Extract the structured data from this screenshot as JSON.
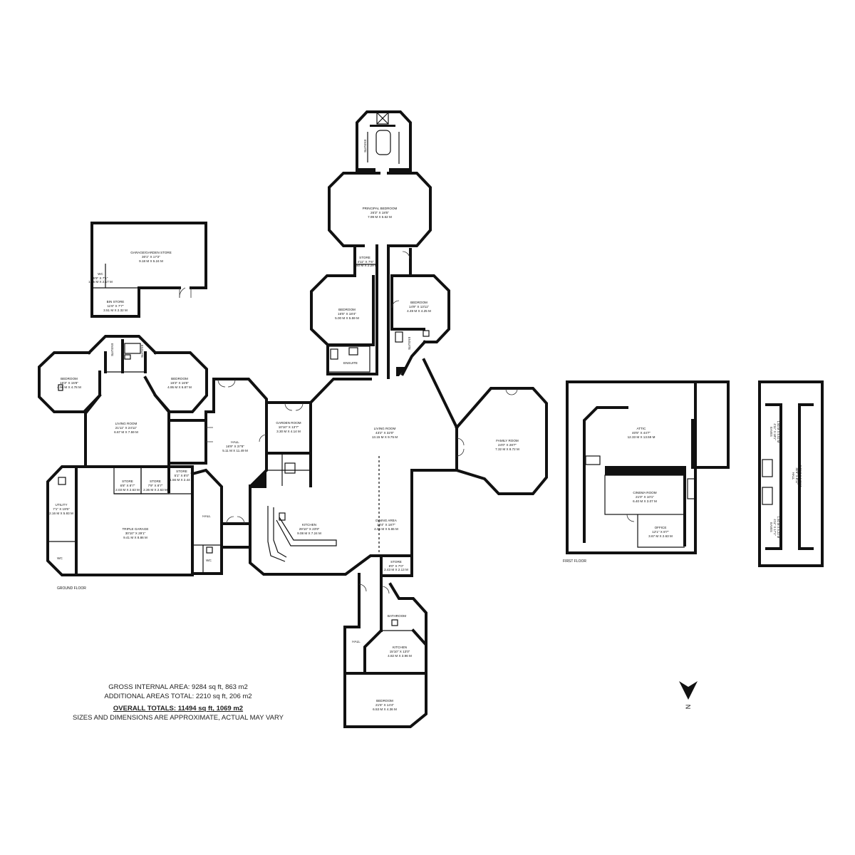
{
  "rooms": {
    "principal_bedroom": {
      "name": "PRINCIPAL BEDROOM",
      "imperial": "26'3\" X 18'5\"",
      "metric": "7.99 M X 5.62 M"
    },
    "ensuite_top": {
      "name": "ENSUITE"
    },
    "store_top": {
      "name": "STORE",
      "imperial": "4'11\" X 7'6\"",
      "metric": "1.50 M X 2.29 M"
    },
    "bedroom_nw": {
      "name": "BEDROOM",
      "imperial": "16'5\" X 18'4\"",
      "metric": "5.00 M X 5.59 M"
    },
    "bedroom_ne": {
      "name": "BEDROOM",
      "imperial": "14'9\" X 13'11\"",
      "metric": "4.49 M X 4.25 M"
    },
    "ensuite_a": {
      "name": "ENSUITE"
    },
    "ensuite_b": {
      "name": "ENSUITE"
    },
    "garage_garden_store": {
      "name": "GARAGE/GARDEN STORE",
      "imperial": "30'1\" X 17'2\"",
      "metric": "9.18 M X 5.24 M"
    },
    "wc_garage": {
      "name": "WC",
      "imperial": "5'9\" X 7'1\"",
      "metric": "1.75 M X 2.17 M"
    },
    "bin_store": {
      "name": "BIN STORE",
      "imperial": "11'6\" X 7'7\"",
      "metric": "3.51 M X 2.32 M"
    },
    "bedroom_w1": {
      "name": "BEDROOM",
      "imperial": "16'3\" X 15'8\"",
      "metric": "4.96 M X 4.78 M"
    },
    "bedroom_w2": {
      "name": "BEDROOM",
      "imperial": "16'3\" X 16'6\"",
      "metric": "4.95 M X 6.87 M"
    },
    "ensuite_w1": {
      "name": "ENSUITE"
    },
    "ensuite_w2": {
      "name": "ENSUITE"
    },
    "living_room_w": {
      "name": "LIVING ROOM",
      "imperial": "21'11\" X 24'11\"",
      "metric": "6.67 M X 7.59 M"
    },
    "hall_main": {
      "name": "HALL",
      "imperial": "16'9\" X 37'8\"",
      "metric": "5.11 M X 11.49 M"
    },
    "garden_room": {
      "name": "GARDEN ROOM",
      "imperial": "10'10\" X 13'7\"",
      "metric": "3.30 M X 4.14 M"
    },
    "living_room_main": {
      "name": "LIVING ROOM",
      "imperial": "43'2\" X 32'0\"",
      "metric": "13.15 M X 9.75 M"
    },
    "family_room": {
      "name": "FAMILY ROOM",
      "imperial": "24'0\" X 28'7\"",
      "metric": "7.32 M X 8.72 M"
    },
    "utility": {
      "name": "UTILITY",
      "imperial": "7'1\" X 19'5\"",
      "metric": "2.16 M X 5.93 M"
    },
    "wc_utility": {
      "name": "WC"
    },
    "store_1": {
      "name": "STORE",
      "imperial": "6'8\" X 8'7\"",
      "metric": "2.03 M X 2.63 M"
    },
    "store_2": {
      "name": "STORE",
      "imperial": "7'9\" X 8'7\"",
      "metric": "2.36 M X 2.63 M"
    },
    "store_3": {
      "name": "STORE",
      "imperial": "5'1\" X 8'0\"",
      "metric": "1.56 M X 2.44 M"
    },
    "triple_garage": {
      "name": "TRIPLE GARAGE",
      "imperial": "30'10\" X 29'1\"",
      "metric": "9.41 M X 8.86 M"
    },
    "hall_side": {
      "name": "HALL"
    },
    "wc_side": {
      "name": "WC"
    },
    "kitchen_main": {
      "name": "KITCHEN",
      "imperial": "29'10\" X 23'9\"",
      "metric": "9.08 M X 7.24 M"
    },
    "dining_area": {
      "name": "DINING AREA",
      "imperial": "13'4\" X 18'7\"",
      "metric": "4.05 M X 5.65 M"
    },
    "store_4": {
      "name": "STORE",
      "imperial": "8'0\" X 7'0\"",
      "metric": "2.43 M X 2.13 M"
    },
    "bathroom": {
      "name": "BATHROOM"
    },
    "hall_annex": {
      "name": "HALL"
    },
    "kitchen_annex": {
      "name": "KITCHEN",
      "imperial": "15'10\" X 13'0\"",
      "metric": "4.82 M X 3.96 M"
    },
    "bedroom_annex": {
      "name": "BEDROOM",
      "imperial": "21'5\" X 14'4\"",
      "metric": "6.53 M X 4.36 M"
    },
    "attic": {
      "name": "ATTIC",
      "imperial": "40'5\" X 44'7\"",
      "metric": "12.33 M X 13.59 M"
    },
    "cinema_room": {
      "name": "CINEMA ROOM",
      "imperial": "21'0\" X 10'1\"",
      "metric": "6.40 M X 3.07 M"
    },
    "office": {
      "name": "OFFICE",
      "imperial": "12'1\" X 8'7\"",
      "metric": "3.67 M X 2.63 M"
    },
    "eaves_1": {
      "name": "EAVES",
      "imperial": "4'11\" X 18'1\"",
      "metric": "1.50 M X 5.52 M"
    },
    "hall_ff": {
      "name": "HALL",
      "imperial": "30'9\" X 8'11\"",
      "metric": "2.72 M X 9.37 M"
    },
    "eaves_2": {
      "name": "EAVES",
      "imperial": "4'11\" X 17'1\"",
      "metric": "1.50 M X 5.22 M"
    }
  },
  "floors": {
    "ground": "GROUND FLOOR",
    "first": "FIRST FLOOR"
  },
  "totals": {
    "gross": "GROSS INTERNAL AREA: 9284 sq ft, 863 m2",
    "additional": "ADDITIONAL AREAS TOTAL: 2210 sq ft, 206 m2",
    "overall": "OVERALL TOTALS: 11494 sq ft, 1069 m2",
    "disclaimer": "SIZES AND DIMENSIONS ARE APPROXIMATE, ACTUAL MAY VARY"
  },
  "compass": {
    "label": "N"
  }
}
